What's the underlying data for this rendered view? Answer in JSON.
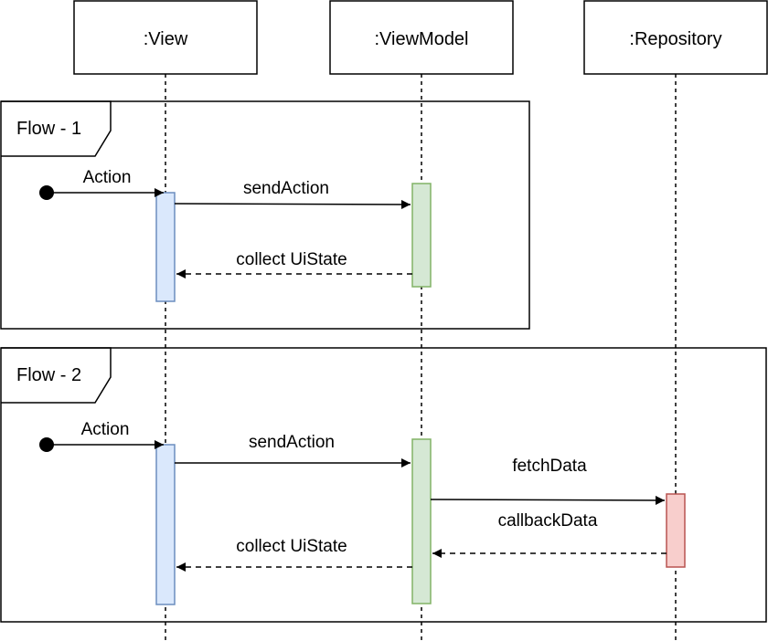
{
  "participants": {
    "view": ":View",
    "viewmodel": ":ViewModel",
    "repository": ":Repository"
  },
  "frames": {
    "flow1": "Flow - 1",
    "flow2": "Flow - 2"
  },
  "messages": {
    "flow1_action": "Action",
    "flow1_send_action": "sendAction",
    "flow1_collect": "collect UiState",
    "flow2_action": "Action",
    "flow2_send_action": "sendAction",
    "flow2_fetch": "fetchData",
    "flow2_callback": "callbackData",
    "flow2_collect": "collect UiState"
  },
  "colors": {
    "view_activation_fill": "#dae8fc",
    "view_activation_stroke": "#6c8ebf",
    "viewmodel_activation_fill": "#d5e8d4",
    "viewmodel_activation_stroke": "#82b366",
    "repository_activation_fill": "#f8cecc",
    "repository_activation_stroke": "#b85450"
  }
}
